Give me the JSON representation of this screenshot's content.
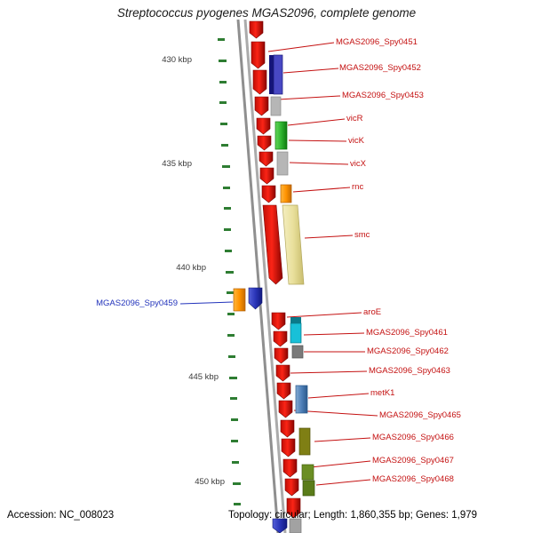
{
  "title": "Streptococcus pyogenes MGAS2096, complete genome",
  "scale": {
    "unit_labels": [
      "430 kbp",
      "435 kbp",
      "440 kbp",
      "445 kbp",
      "450 kbp"
    ]
  },
  "genes": {
    "right_labels": [
      "MGAS2096_Spy0451",
      "MGAS2096_Spy0452",
      "MGAS2096_Spy0453",
      "vicR",
      "vicK",
      "vicX",
      "rnc",
      "smc",
      "aroE",
      "MGAS2096_Spy0461",
      "MGAS2096_Spy0462",
      "MGAS2096_Spy0463",
      "metK1",
      "MGAS2096_Spy0465",
      "MGAS2096_Spy0466",
      "MGAS2096_Spy0467",
      "MGAS2096_Spy0468"
    ],
    "left_labels": [
      "MGAS2096_Spy0459"
    ]
  },
  "footer": {
    "accession": "Accession: NC_008023",
    "summary": "Topology: circular; Length: 1,860,355 bp; Genes: 1,979"
  },
  "colors": {
    "gene_arrow_red": "#e11010",
    "label_red": "#c41111",
    "label_blue": "#2233bb",
    "tick_green": "#2e7d32",
    "backbone_gray": "#999999",
    "block_blue": "#4848c4",
    "block_green": "#2fb52f",
    "block_orange": "#ff9300",
    "block_khaki": "#e9e09c",
    "block_cyan": "#18c0d8",
    "block_steelblue": "#4d7fb8",
    "block_olive": "#7f7f14",
    "block_gray": "#b6b6b6"
  }
}
